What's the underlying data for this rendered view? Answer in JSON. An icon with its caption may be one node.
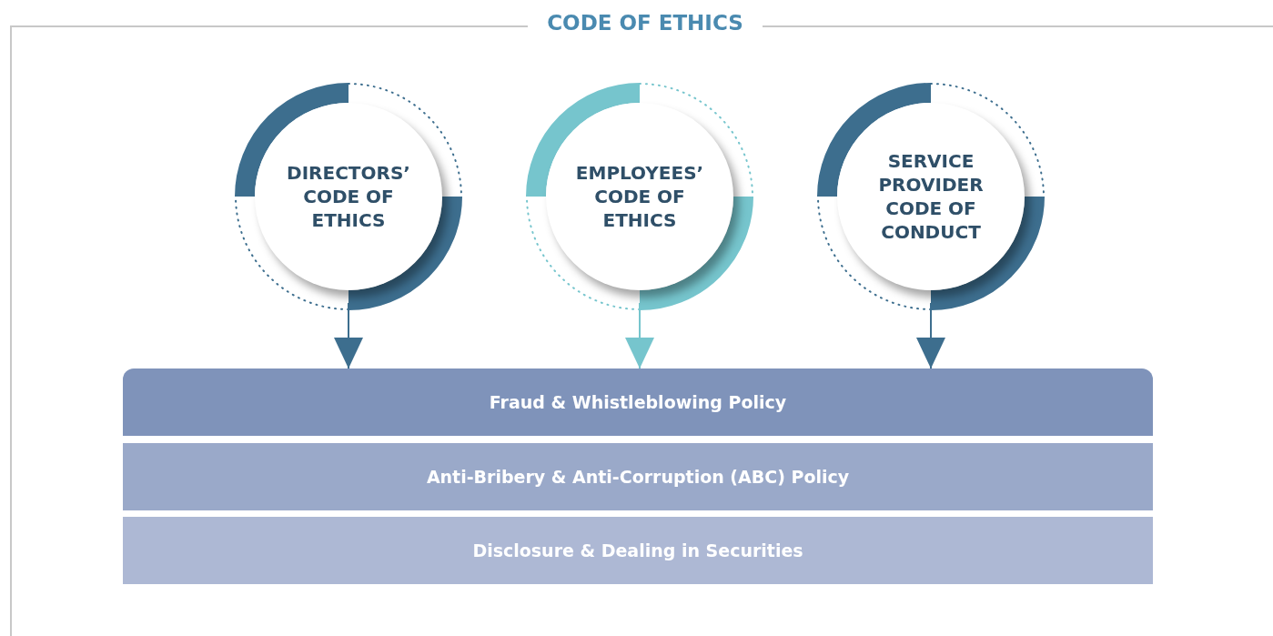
{
  "diagram": {
    "title": "CODE OF ETHICS",
    "nodes": [
      {
        "text": [
          "DIRECTORS’ CODE OF ETHICS"
        ]
      },
      {
        "text": [
          "EMPLOYEES’ CODE OF ETHICS"
        ]
      },
      {
        "text": [
          "SERVICE PROVIDER CODE OF CONDUCT"
        ]
      },
      {
        "text": [
          "Fraud & Whistleblowing Policy"
        ]
      },
      {
        "text": [
          "Anti-Bribery & Anti-Corruption (ABC) Policy"
        ]
      },
      {
        "text": [
          "Disclosure & Dealing in Securities"
        ]
      }
    ],
    "edges": [
      {
        "from": 0,
        "to": 3,
        "arrow": "to"
      },
      {
        "from": 1,
        "to": 3,
        "arrow": "to",
        "color": "#76c5cd"
      },
      {
        "from": 2,
        "to": 3,
        "arrow": "to"
      }
    ]
  }
}
